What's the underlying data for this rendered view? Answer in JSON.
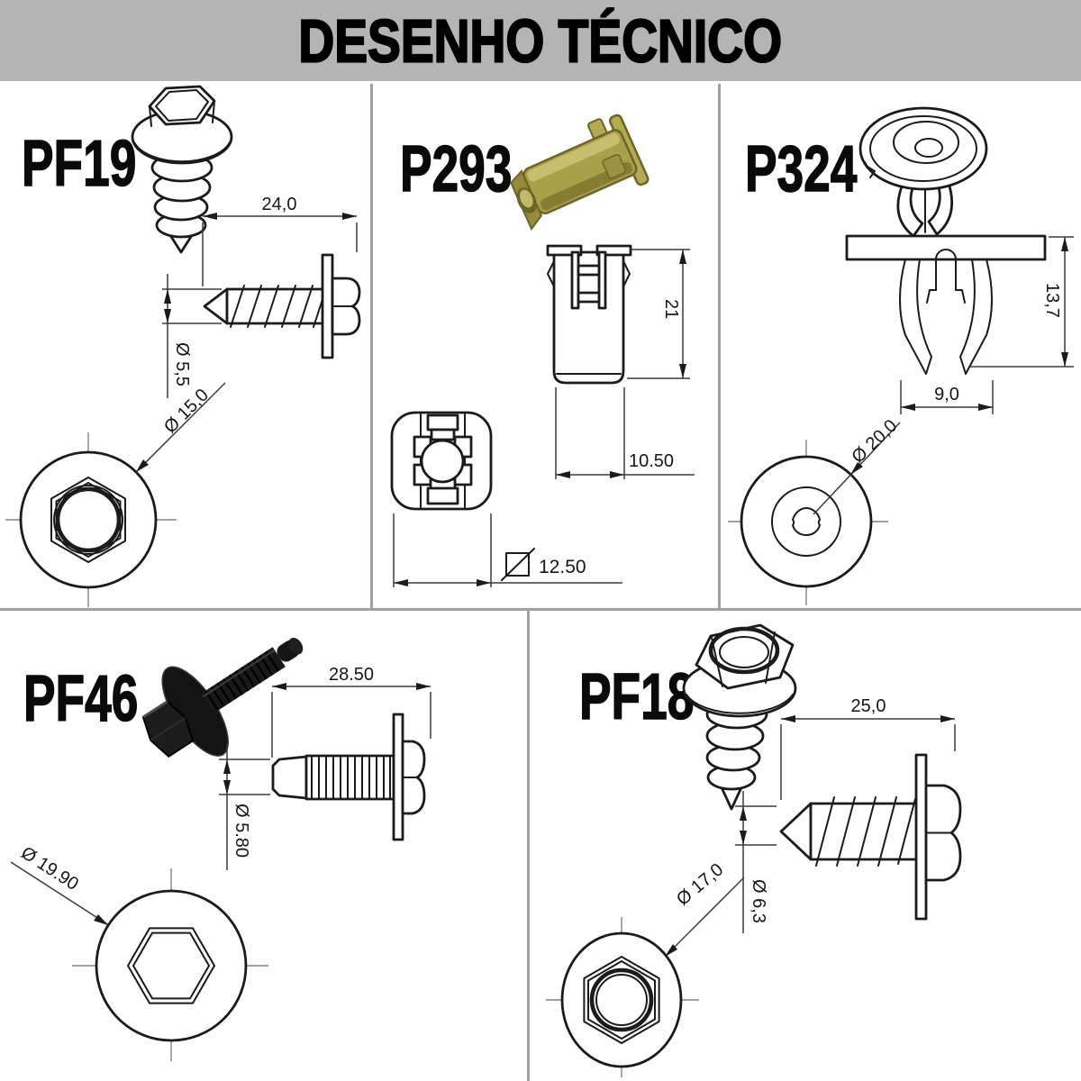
{
  "title": "DESENHO TÉCNICO",
  "colors": {
    "header_bg": "#b4b4b4",
    "divider": "#a1a1a1",
    "ink": "#1b1b1b",
    "dim_line": "#3a3a3a",
    "centerline": "#828282",
    "clip_body": "#a9a14a",
    "clip_dark": "#6b6527",
    "clip_light": "#c6bf6e",
    "bolt_black": "#161616"
  },
  "panels": {
    "pf19": {
      "label": "PF19",
      "dim_length": "24,0",
      "dim_diameter": "Ø 5,5",
      "dim_washer": "Ø 15,0"
    },
    "p293": {
      "label": "P293",
      "dim_height": "21",
      "dim_width": "10.50",
      "dim_square": "12.50"
    },
    "p324": {
      "label": "P324",
      "dim_height": "13,7",
      "dim_width": "9,0",
      "dim_diameter": "Ø 20,0"
    },
    "pf46": {
      "label": "PF46",
      "dim_length": "28.50",
      "dim_diameter": "Ø 5.80",
      "dim_washer": "Ø 19.90"
    },
    "pf18": {
      "label": "PF18",
      "dim_length": "25,0",
      "dim_washer": "Ø 17,0",
      "dim_diameter": "Ø 6,3"
    }
  }
}
